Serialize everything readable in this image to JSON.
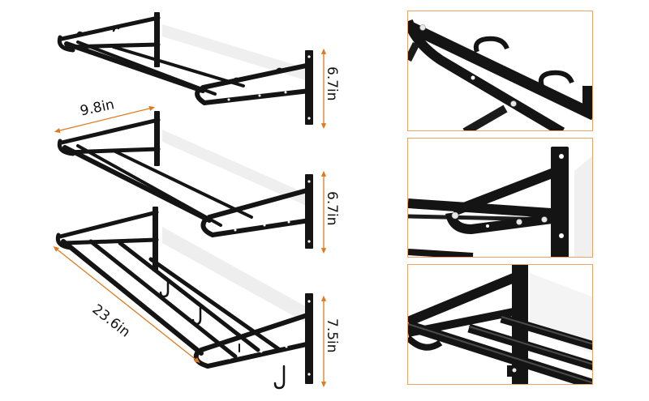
{
  "product": {
    "name": "Three-tier wall-mounted rack with hooks",
    "tiers": 3
  },
  "colors": {
    "metal": "#141414",
    "metal_highlight": "#3a3a3a",
    "dimension_arrow": "#e07a1f",
    "panel_border": "#e8a56a",
    "background": "#ffffff",
    "shadow": "#dcdcdc"
  },
  "dimensions": {
    "depth": {
      "label": "9.8in",
      "orientation": "diagonal"
    },
    "tier1_height": {
      "label": "6.7in",
      "orientation": "vertical"
    },
    "tier2_height": {
      "label": "6.7in",
      "orientation": "vertical"
    },
    "tier3_height": {
      "label": "7.5in",
      "orientation": "vertical"
    },
    "length": {
      "label": "23.6in",
      "orientation": "diagonal"
    }
  },
  "detail_panels": [
    {
      "name": "hook-clips-detail",
      "subject": "bracket arm with two U-shaped clips"
    },
    {
      "name": "bracket-detail",
      "subject": "triangular wall bracket with screws"
    },
    {
      "name": "rails-detail",
      "subject": "three parallel round rails on bracket"
    }
  ]
}
